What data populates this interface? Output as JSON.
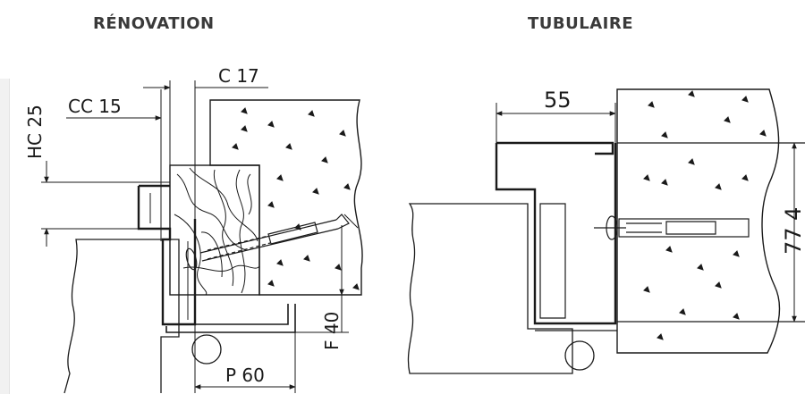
{
  "titles": {
    "left": "RÉNOVATION",
    "right": "TUBULAIRE"
  },
  "renovation_dims": {
    "c": "C 17",
    "cc": "CC 15",
    "hc": "HC 25",
    "f": "F 40",
    "p": "P 60"
  },
  "tubulaire_dims": {
    "width": "55",
    "height": "77 4"
  }
}
